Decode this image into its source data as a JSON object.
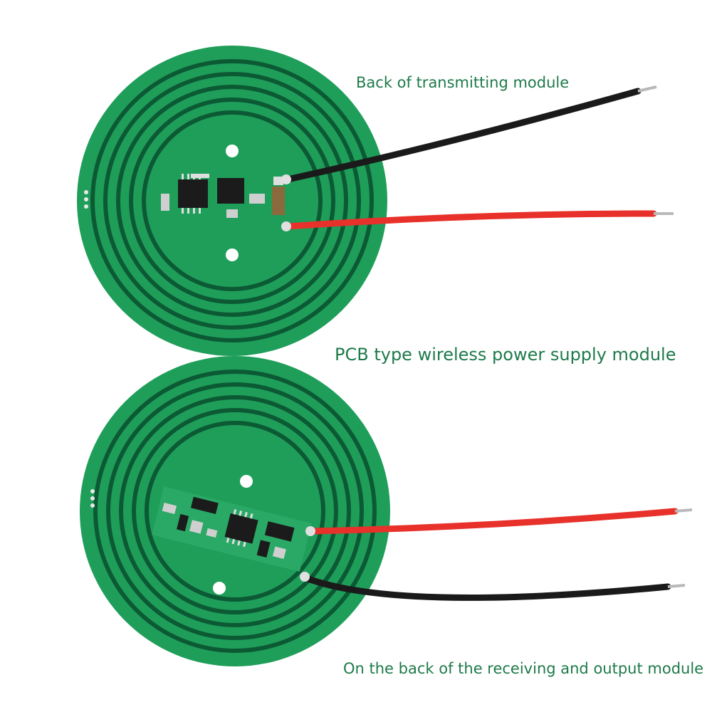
{
  "captions": {
    "transmitter_back": "Back of transmitting module",
    "product_title": "PCB type wireless power supply module",
    "receiver_back": "On the back of the receiving and output module"
  },
  "colors": {
    "pcb_green": "#1f9e5a",
    "trace_dark": "#0c5a34",
    "caption_green": "#1e7a4a",
    "wire_red": "#e8312a",
    "wire_black": "#1a1a1a"
  }
}
